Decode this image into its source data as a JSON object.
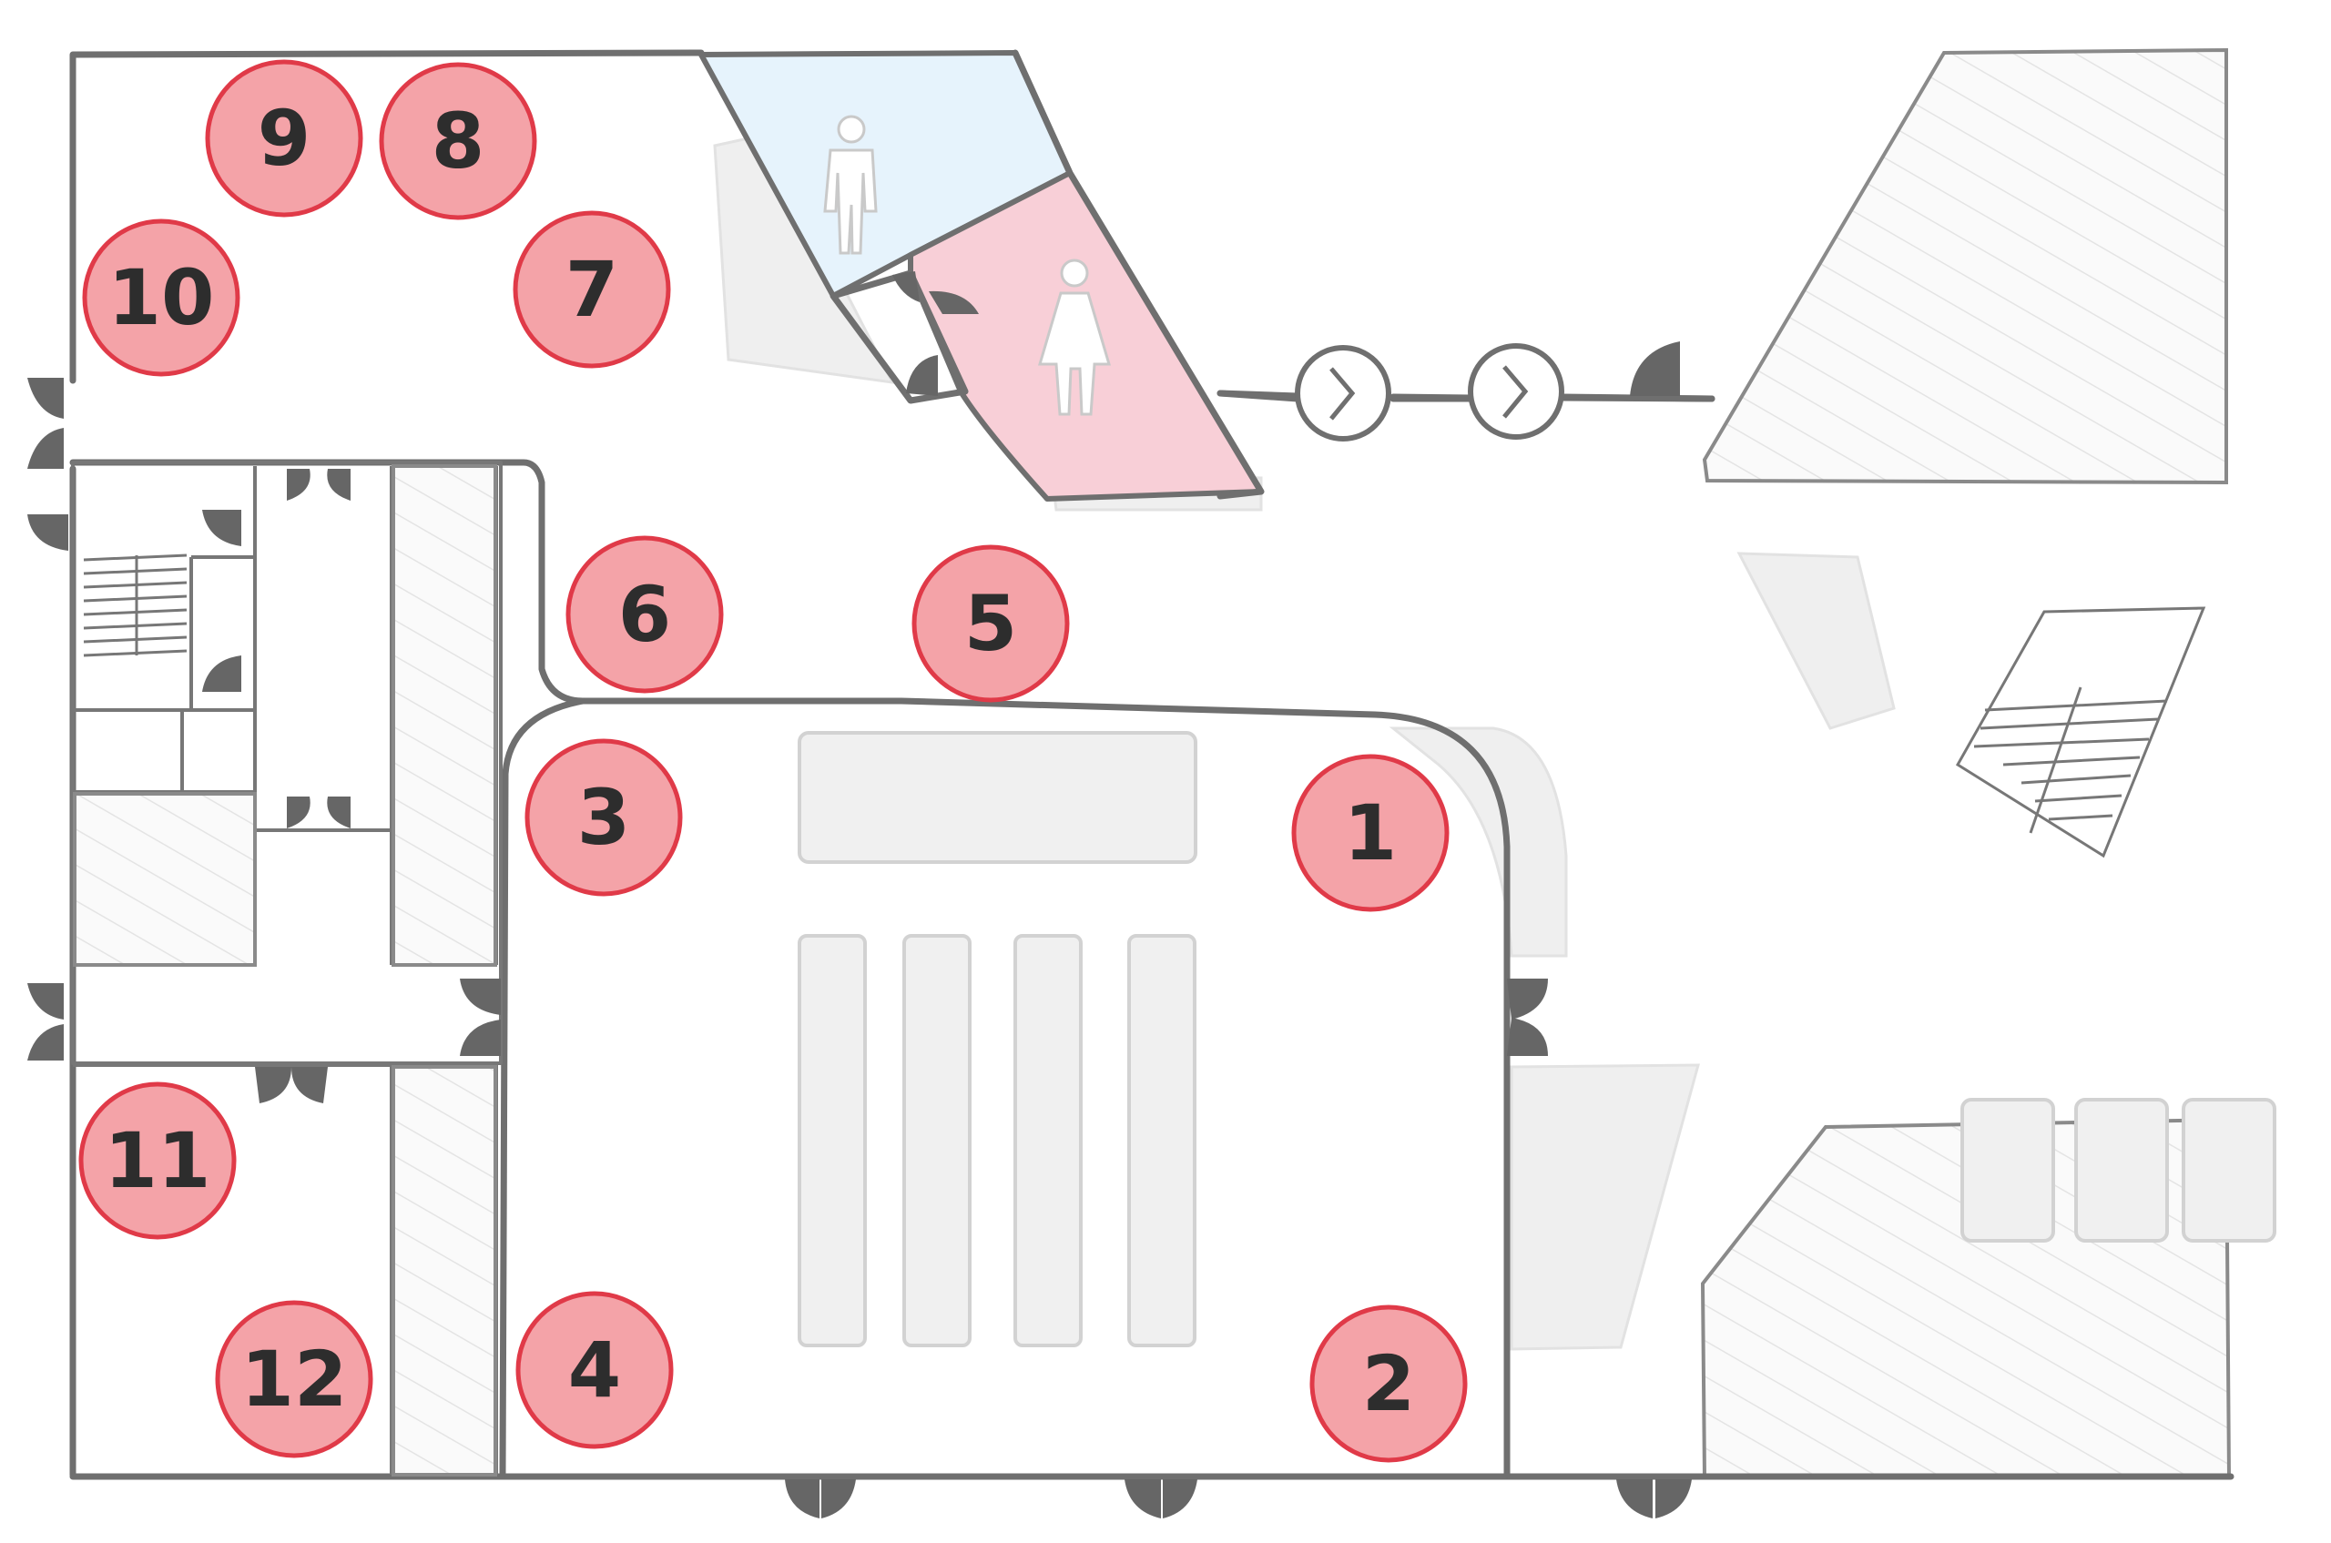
{
  "map": {
    "colors": {
      "wall": "#6f6f6f",
      "marker_fill": "#f4a3a8",
      "marker_stroke": "#e03a48",
      "mens_room": "#e6f3fc",
      "womens_room": "#f8cfd7",
      "furniture": "#f0f0f0"
    },
    "icons": [
      "male-restroom-icon",
      "female-restroom-icon",
      "door-icon",
      "turnstile-icon",
      "stairs-icon"
    ],
    "markers": [
      {
        "label": "1"
      },
      {
        "label": "2"
      },
      {
        "label": "3"
      },
      {
        "label": "4"
      },
      {
        "label": "5"
      },
      {
        "label": "6"
      },
      {
        "label": "7"
      },
      {
        "label": "8"
      },
      {
        "label": "9"
      },
      {
        "label": "10"
      },
      {
        "label": "11"
      },
      {
        "label": "12"
      }
    ]
  }
}
